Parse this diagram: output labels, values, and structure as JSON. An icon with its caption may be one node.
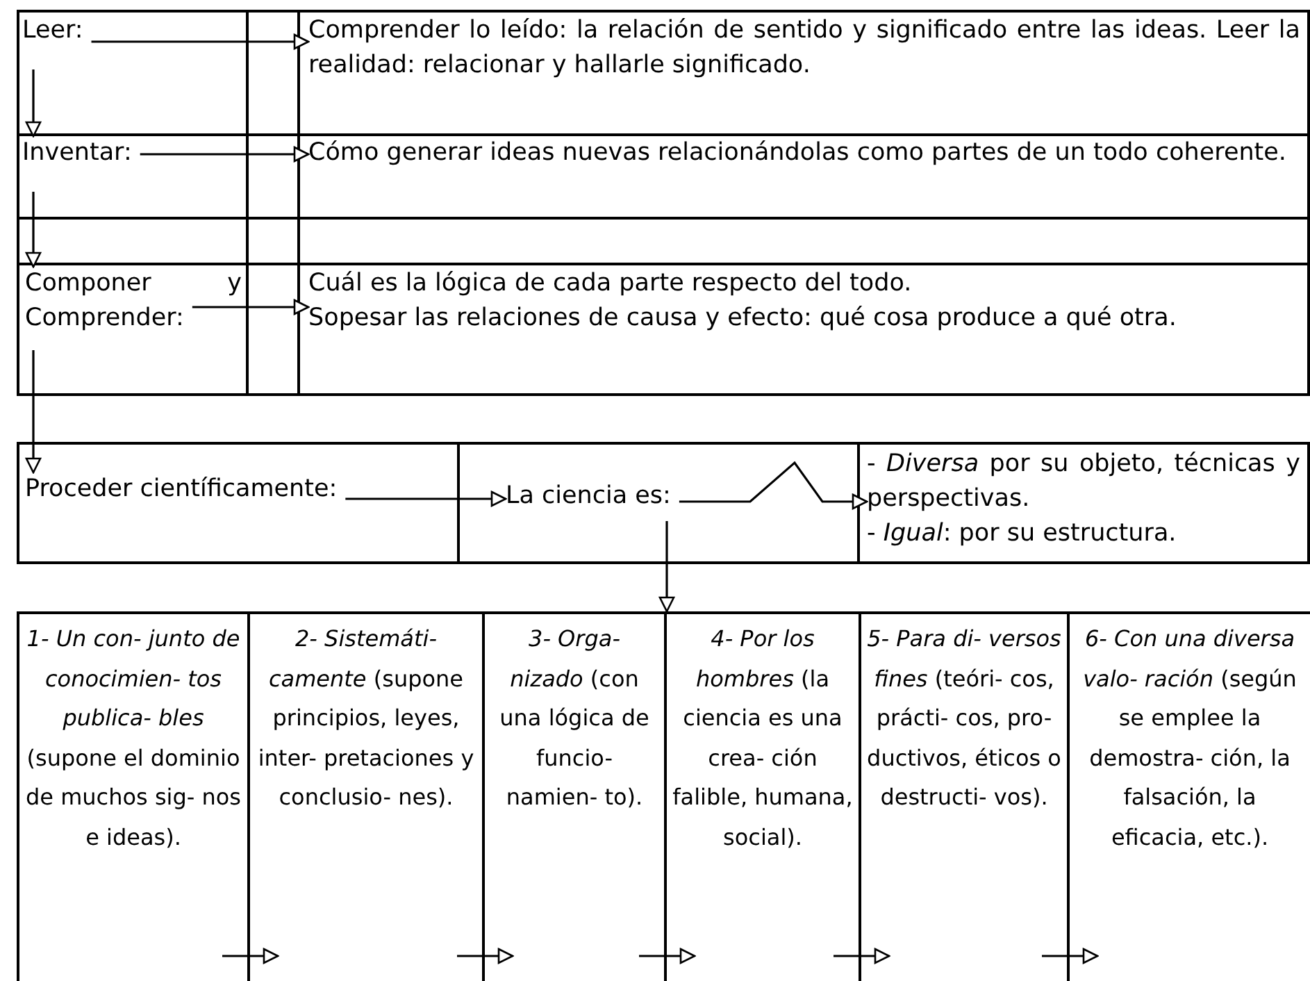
{
  "diagram": {
    "nodes": [
      {
        "text": [
          "Leer:"
        ]
      },
      {
        "text": [
          "Comprender lo leído: la relación de sentido y significado entre las ideas. Leer la realidad: relacionar y hallarle significado."
        ]
      },
      {
        "text": [
          "Inventar:"
        ]
      },
      {
        "text": [
          "Cómo generar ideas nuevas relacionándolas como partes de un todo coherente."
        ]
      },
      {
        "text": [
          "Componer y Comprender:"
        ]
      },
      {
        "text": [
          "Cuál es la lógica de cada parte respecto del todo.",
          "Sopesar las relaciones de causa y efecto: qué cosa produce a qué otra."
        ]
      },
      {
        "text": [
          "Proceder científicamente:"
        ]
      },
      {
        "text": [
          "La ciencia es:"
        ]
      },
      {
        "text": [
          "- *Diversa* por su objeto, técnicas y perspectivas.",
          "- *Igual*: por su estructura."
        ]
      },
      {
        "text": [],
        "shape": "box"
      },
      {
        "text": [
          "*1- Un con- junto de conocimien- tos publica- bles* (supone el dominio de muchos sig- nos e ideas)."
        ],
        "in": 9
      },
      {
        "text": [
          "*2- Sistemáti- camente* (supone principios, leyes, inter- pretaciones y conclusio- nes)."
        ],
        "in": 9
      },
      {
        "text": [
          "*3- Orga- nizado* (con una lógica de funcio- namien- to)."
        ],
        "in": 9
      },
      {
        "text": [
          "*4- Por los hombres* (la ciencia es una crea- ción falible, humana, social)."
        ],
        "in": 9
      },
      {
        "text": [
          "*5- Para di- versos fines* (teóri- cos, prácti- cos, pro- ductivos, éticos o destructi- vos)."
        ],
        "in": 9
      },
      {
        "text": [
          "*6- Con una diversa valo- ración* (según se emplee la demostra- ción, la falsación, la eficacia, etc.)."
        ],
        "in": 9
      }
    ],
    "edges": [
      {
        "from": 0,
        "to": 1,
        "arrow": "to"
      },
      {
        "from": 0,
        "to": 2,
        "arrow": "to"
      },
      {
        "from": 2,
        "to": 3,
        "arrow": "to"
      },
      {
        "from": 2,
        "to": 4,
        "arrow": "to"
      },
      {
        "from": 4,
        "to": 5,
        "arrow": "to"
      },
      {
        "from": 4,
        "to": 6,
        "arrow": "to"
      },
      {
        "from": 6,
        "to": 7,
        "arrow": "to"
      },
      {
        "from": 7,
        "to": 8,
        "arrow": "to"
      },
      {
        "from": 7,
        "to": 9,
        "arrow": "to"
      },
      {
        "from": 10,
        "to": 11,
        "arrow": "to"
      },
      {
        "from": 11,
        "to": 12,
        "arrow": "to"
      },
      {
        "from": 12,
        "to": 13,
        "arrow": "to"
      },
      {
        "from": 13,
        "to": 14,
        "arrow": "to"
      },
      {
        "from": 14,
        "to": 15,
        "arrow": "to"
      }
    ]
  }
}
